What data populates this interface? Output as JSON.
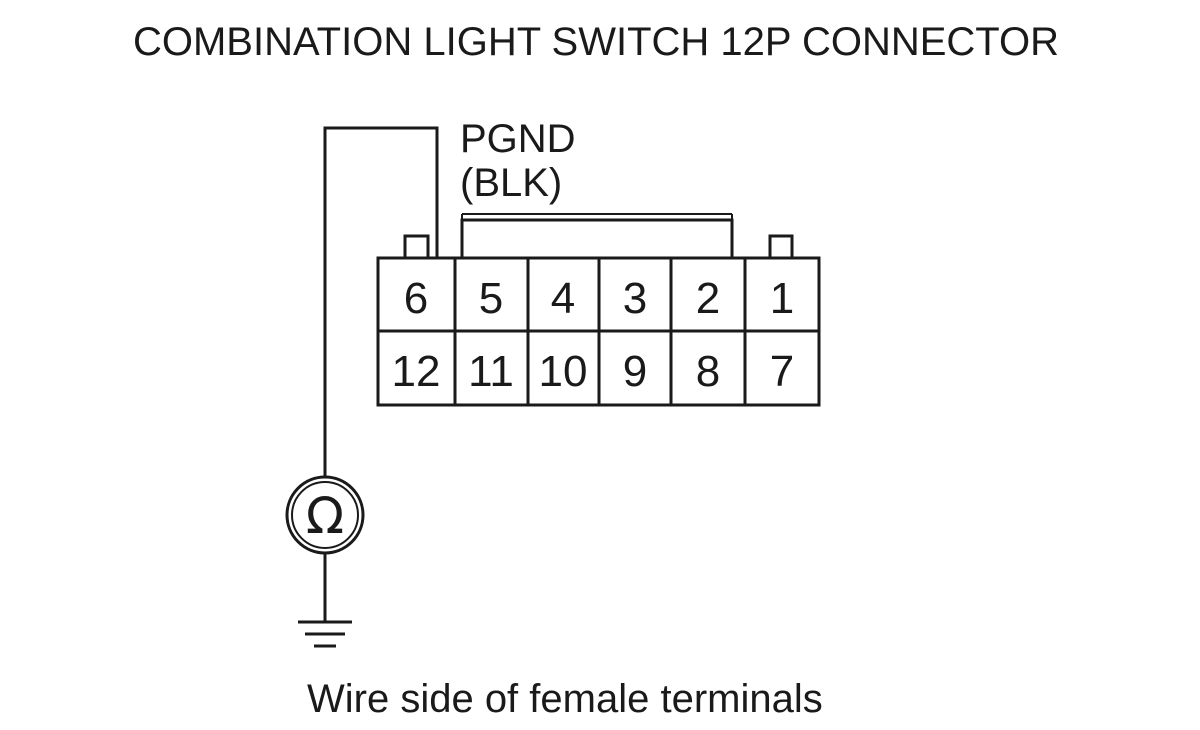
{
  "title": "COMBINATION LIGHT SWITCH 12P CONNECTOR",
  "terminal_label": {
    "name": "PGND",
    "color": "(BLK)"
  },
  "connector": {
    "top_row": [
      "6",
      "5",
      "4",
      "3",
      "2",
      "1"
    ],
    "bottom_row": [
      "12",
      "11",
      "10",
      "9",
      "8",
      "7"
    ]
  },
  "meter_symbol": "Ω",
  "caption": "Wire side of female terminals"
}
